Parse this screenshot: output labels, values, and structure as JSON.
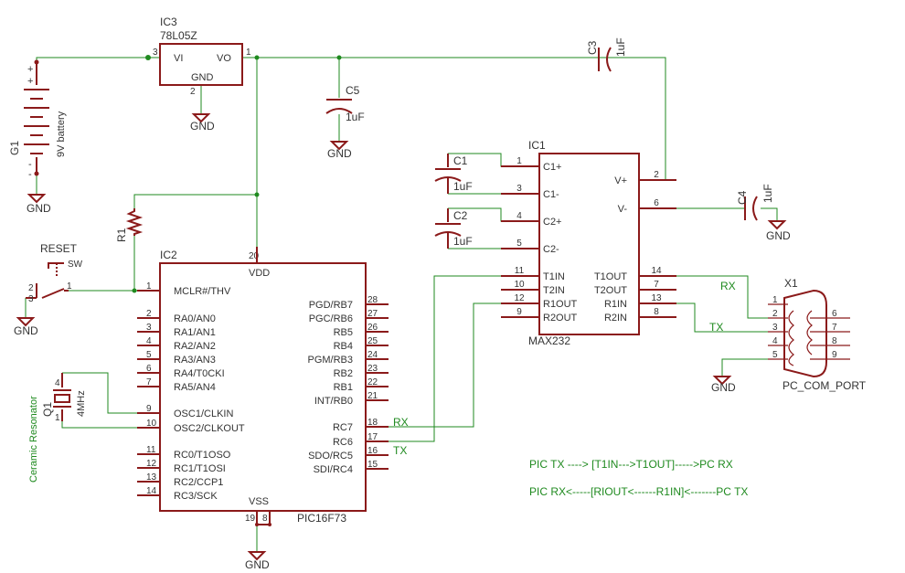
{
  "parts": {
    "ic3": {
      "ref": "IC3",
      "value": "78L05Z",
      "pin_vi": "VI",
      "pin_vo": "VO",
      "pin_gnd": "GND",
      "p3": "3",
      "p1": "1",
      "p2": "2"
    },
    "c3": {
      "ref": "C3",
      "value": "1uF"
    },
    "c5": {
      "ref": "C5",
      "value": "1uF"
    },
    "c4": {
      "ref": "C4",
      "value": "1uF"
    },
    "c1": {
      "ref": "C1",
      "value": "1uF"
    },
    "c2": {
      "ref": "C2",
      "value": "1uF"
    },
    "g1": {
      "ref": "G1",
      "value": "9V battery",
      "plus": "+",
      "minus": "-"
    },
    "r1": {
      "ref": "R1"
    },
    "reset": {
      "label": "RESET",
      "sw": "SW",
      "p2": "2",
      "p3": "3",
      "p1": "1"
    },
    "q1": {
      "ref": "Q1",
      "value": "4MHz",
      "name": "Ceramic Resonator",
      "p4": "4",
      "p1": "1"
    },
    "ic1": {
      "ref": "IC1",
      "value": "MAX232",
      "left": [
        {
          "num": "1",
          "name": "C1+"
        },
        {
          "num": "3",
          "name": "C1-"
        },
        {
          "num": "4",
          "name": "C2+"
        },
        {
          "num": "5",
          "name": "C2-"
        },
        {
          "num": "11",
          "name": "T1IN"
        },
        {
          "num": "10",
          "name": "T2IN"
        },
        {
          "num": "12",
          "name": "R1OUT"
        },
        {
          "num": "9",
          "name": "R2OUT"
        }
      ],
      "right": [
        {
          "num": "2",
          "name": "V+"
        },
        {
          "num": "6",
          "name": "V-"
        },
        {
          "num": "14",
          "name": "T1OUT"
        },
        {
          "num": "7",
          "name": "T2OUT"
        },
        {
          "num": "13",
          "name": "R1IN"
        },
        {
          "num": "8",
          "name": "R2IN"
        }
      ]
    },
    "ic2": {
      "ref": "IC2",
      "value": "PIC16F73",
      "vdd": "VDD",
      "vss": "VSS",
      "vdd_num": "20",
      "vss_a": "19",
      "vss_b": "8",
      "left": [
        {
          "num": "1",
          "name": "MCLR#/THV"
        },
        {
          "num": "2",
          "name": "RA0/AN0"
        },
        {
          "num": "3",
          "name": "RA1/AN1"
        },
        {
          "num": "4",
          "name": "RA2/AN2"
        },
        {
          "num": "5",
          "name": "RA3/AN3"
        },
        {
          "num": "6",
          "name": "RA4/T0CKI"
        },
        {
          "num": "7",
          "name": "RA5/AN4"
        },
        {
          "num": "9",
          "name": "OSC1/CLKIN"
        },
        {
          "num": "10",
          "name": "OSC2/CLKOUT"
        },
        {
          "num": "11",
          "name": "RC0/T1OSO"
        },
        {
          "num": "12",
          "name": "RC1/T1OSI"
        },
        {
          "num": "13",
          "name": "RC2/CCP1"
        },
        {
          "num": "14",
          "name": "RC3/SCK"
        }
      ],
      "right": [
        {
          "num": "28",
          "name": "PGD/RB7"
        },
        {
          "num": "27",
          "name": "PGC/RB6"
        },
        {
          "num": "26",
          "name": "RB5"
        },
        {
          "num": "25",
          "name": "RB4"
        },
        {
          "num": "24",
          "name": "PGM/RB3"
        },
        {
          "num": "23",
          "name": "RB2"
        },
        {
          "num": "22",
          "name": "RB1"
        },
        {
          "num": "21",
          "name": "INT/RB0"
        },
        {
          "num": "18",
          "name": "RC7"
        },
        {
          "num": "17",
          "name": "RC6"
        },
        {
          "num": "16",
          "name": "SDO/RC5"
        },
        {
          "num": "15",
          "name": "SDI/RC4"
        }
      ]
    },
    "x1": {
      "ref": "X1",
      "value": "PC_COM_PORT",
      "left": [
        "1",
        "2",
        "3",
        "4",
        "5"
      ],
      "right": [
        "6",
        "7",
        "8",
        "9"
      ]
    }
  },
  "gnd_label": "GND",
  "nets": {
    "rx": "RX",
    "tx": "TX"
  },
  "notes": {
    "line1": "PIC TX ----> [T1IN--->T1OUT]----->PC RX",
    "line2": "PIC RX<-----[RIOUT<------R1IN]<-------PC TX"
  },
  "colors": {
    "wire": "#1f8a1f",
    "part": "#8b1a1a",
    "text": "#333333"
  }
}
